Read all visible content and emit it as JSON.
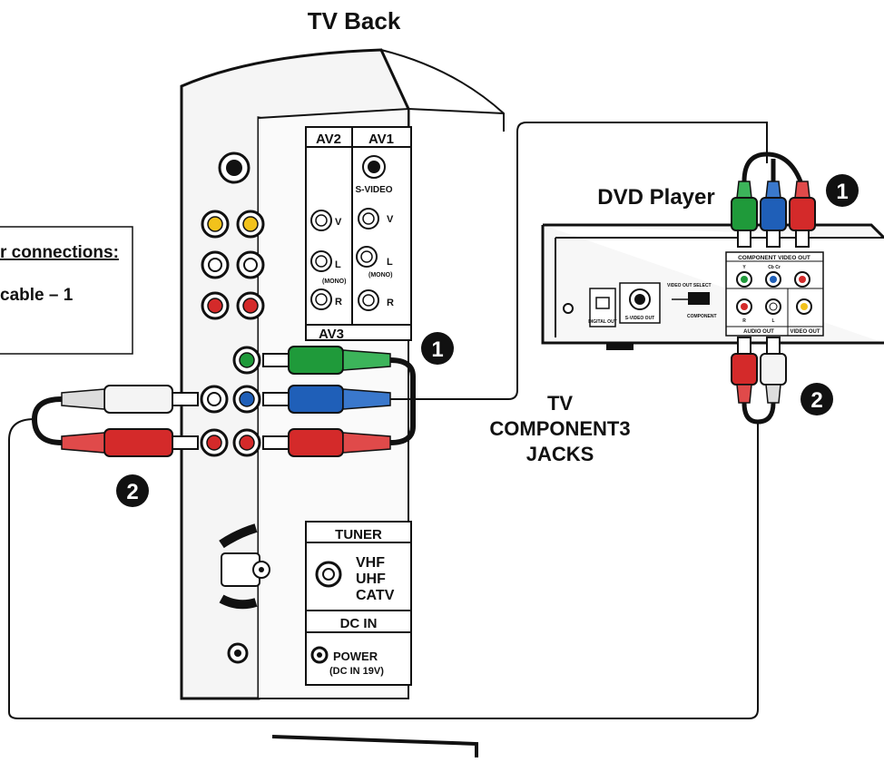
{
  "title": "TV Back",
  "dvd_label": "DVD Player",
  "tv_jacks_label": [
    "TV",
    "COMPONENT3",
    "JACKS"
  ],
  "markers": {
    "one": "1",
    "two": "2"
  },
  "side_note": {
    "line1": "r connections:",
    "line2": "cable – 1"
  },
  "tv_panel": {
    "av2": "AV2",
    "av1": "AV1",
    "av3": "AV3",
    "svideo": "S-VIDEO",
    "v": "V",
    "l": "L",
    "mono": "(MONO)",
    "r": "R",
    "tuner": "TUNER",
    "vhf": "VHF",
    "uhf": "UHF",
    "catv": "CATV",
    "dcin": "DC IN",
    "power": "POWER",
    "power_sub": "(DC IN 19V)"
  },
  "dvd_panel": {
    "component_video_out": "COMPONENT  VIDEO  OUT",
    "cb_cr": "Cb   Cr",
    "y": "Y",
    "r": "R",
    "l": "L",
    "audio_out": "AUDIO OUT",
    "video_out": "VIDEO OUT",
    "svideo_out": "S-VIDEO OUT",
    "digital_out": "DIGITAL OUT",
    "video_out_select": "VIDEO OUT SELECT",
    "component": "COMPONENT"
  },
  "colors": {
    "green": "#1f9a3a",
    "blue": "#1f5fb8",
    "red": "#d42a2a",
    "yellow": "#f2c21b",
    "white": "#f4f4f4",
    "outline": "#111111",
    "panel": "#f7f7f7"
  }
}
